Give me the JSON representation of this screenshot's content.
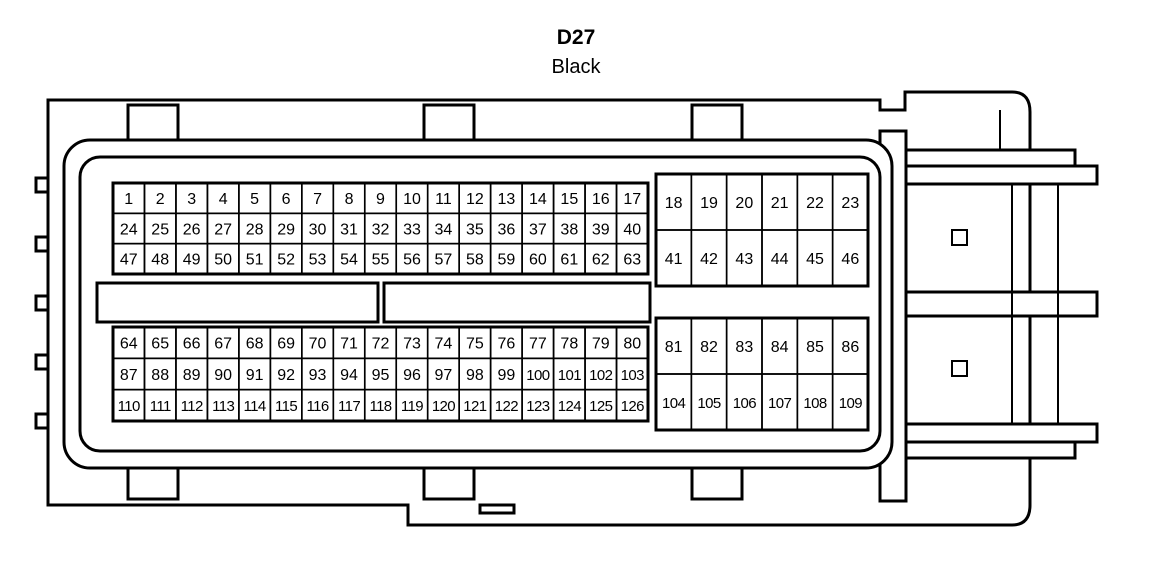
{
  "connector": {
    "id": "D27",
    "color": "Black"
  },
  "pins": {
    "left_upper": [
      [
        "1",
        "2",
        "3",
        "4",
        "5",
        "6",
        "7",
        "8",
        "9",
        "10",
        "11",
        "12",
        "13",
        "14",
        "15",
        "16",
        "17"
      ],
      [
        "24",
        "25",
        "26",
        "27",
        "28",
        "29",
        "30",
        "31",
        "32",
        "33",
        "34",
        "35",
        "36",
        "37",
        "38",
        "39",
        "40"
      ],
      [
        "47",
        "48",
        "49",
        "50",
        "51",
        "52",
        "53",
        "54",
        "55",
        "56",
        "57",
        "58",
        "59",
        "60",
        "61",
        "62",
        "63"
      ]
    ],
    "left_lower": [
      [
        "64",
        "65",
        "66",
        "67",
        "68",
        "69",
        "70",
        "71",
        "72",
        "73",
        "74",
        "75",
        "76",
        "77",
        "78",
        "79",
        "80"
      ],
      [
        "87",
        "88",
        "89",
        "90",
        "91",
        "92",
        "93",
        "94",
        "95",
        "96",
        "97",
        "98",
        "99",
        "100",
        "101",
        "102",
        "103"
      ],
      [
        "110",
        "111",
        "112",
        "113",
        "114",
        "115",
        "116",
        "117",
        "118",
        "119",
        "120",
        "121",
        "122",
        "123",
        "124",
        "125",
        "126"
      ]
    ],
    "right_upper": [
      [
        "18",
        "19",
        "20",
        "21",
        "22",
        "23"
      ],
      [
        "41",
        "42",
        "43",
        "44",
        "45",
        "46"
      ]
    ],
    "right_lower": [
      [
        "81",
        "82",
        "83",
        "84",
        "85",
        "86"
      ],
      [
        "104",
        "105",
        "106",
        "107",
        "108",
        "109"
      ]
    ]
  },
  "colors": {
    "line": "#000000",
    "background": "#ffffff"
  }
}
